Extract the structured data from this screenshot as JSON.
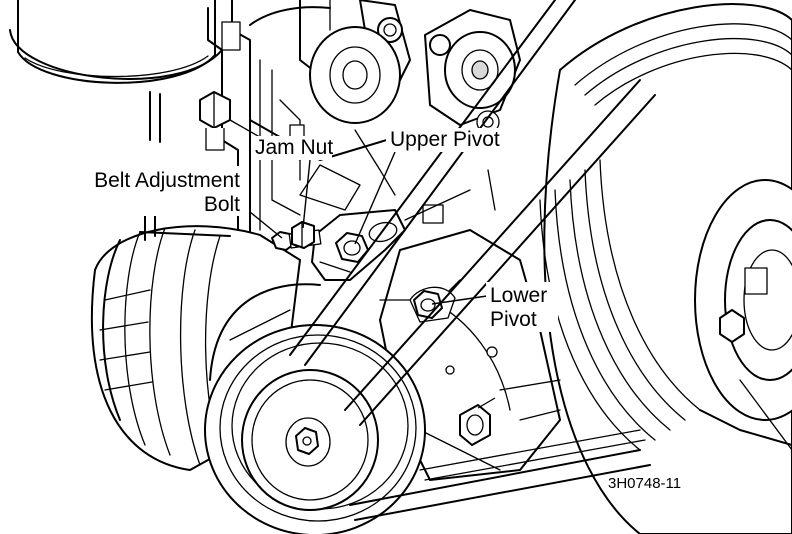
{
  "labels": {
    "belt_adjustment_bolt_line1": "Belt Adjustment",
    "belt_adjustment_bolt_line2": "Bolt",
    "jam_nut": "Jam Nut",
    "upper_pivot": "Upper Pivot",
    "lower_pivot_line1": "Lower",
    "lower_pivot_line2": "Pivot"
  },
  "figure_id": "3H0748-11"
}
